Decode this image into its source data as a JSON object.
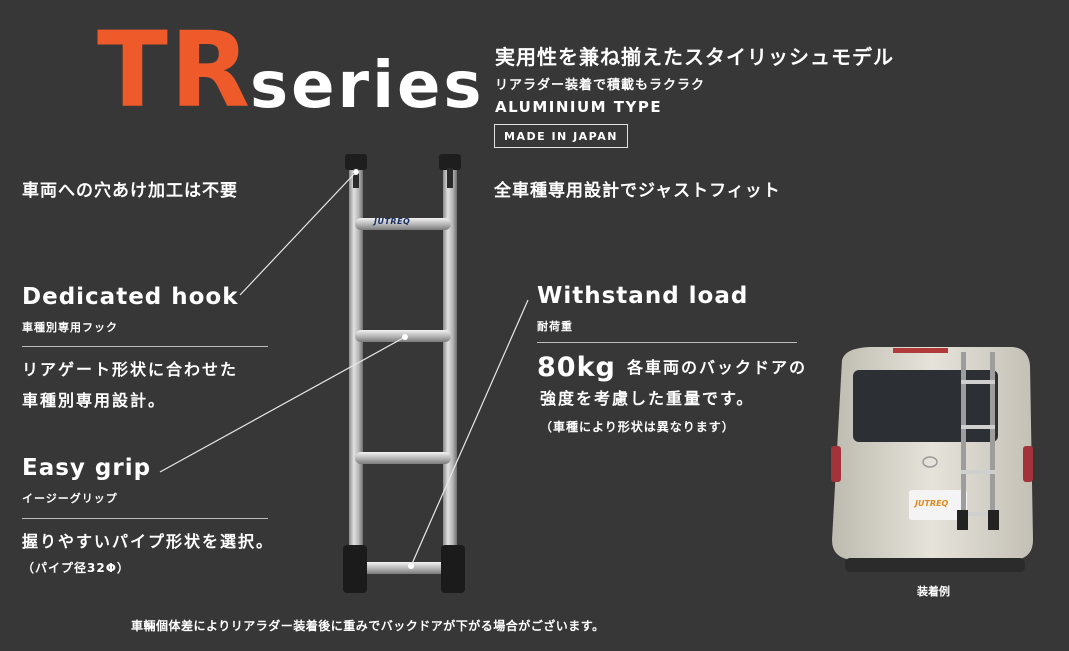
{
  "header": {
    "tr": "TR",
    "series": "series",
    "tagline": "実用性を兼ね揃えたスタイリッシュモデル",
    "subtagline": "リアラダー装着で積載もラクラク",
    "type": "ALUMINIUM TYPE",
    "made_in": "MADE IN JAPAN"
  },
  "notes": {
    "left": "車両への穴あけ加工は不要",
    "right": "全車種専用設計でジャストフィット"
  },
  "features": {
    "hook": {
      "title": "Dedicated hook",
      "subtitle": "車種別専用フック",
      "line1": "リアゲート形状に合わせた",
      "line2": "車種別専用設計。"
    },
    "grip": {
      "title": "Easy grip",
      "subtitle": "イージーグリップ",
      "line1": "握りやすいパイプ形状を選択。",
      "line2": "（パイプ径32Φ）"
    },
    "load": {
      "title": "Withstand load",
      "subtitle": "耐荷重",
      "value": "80kg",
      "line1": "各車両のバックドアの",
      "line2": "強度を考慮した重量です。",
      "note": "（車種により形状は異なります）"
    }
  },
  "product": {
    "brand": "JUTREQ"
  },
  "caption": "装着例",
  "footer": "車輛個体差によりリアラダー装着後に重みでバックドアが下がる場合がございます。",
  "colors": {
    "background": "#373737",
    "accent": "#ee5a2a",
    "text": "#ffffff"
  }
}
